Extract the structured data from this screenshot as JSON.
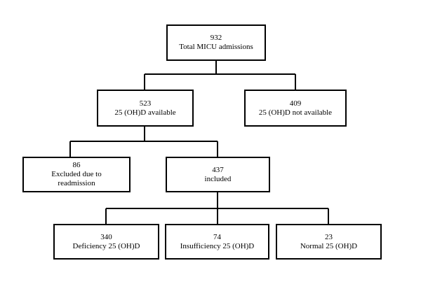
{
  "flowchart": {
    "total": {
      "count": "932",
      "label": "Total MICU admissions"
    },
    "available": {
      "count": "523",
      "label": "25 (OH)D available"
    },
    "not_available": {
      "count": "409",
      "label": "25 (OH)D not available"
    },
    "excluded": {
      "count": "86",
      "label_line1": "Excluded due to",
      "label_line2": "readmission"
    },
    "included": {
      "count": "437",
      "label": "included"
    },
    "deficiency": {
      "count": "340",
      "label": "Deficiency 25 (OH)D"
    },
    "insufficiency": {
      "count": "74",
      "label": "Insufficiency 25 (OH)D"
    },
    "normal": {
      "count": "23",
      "label": "Normal 25 (OH)D"
    }
  },
  "colors": {
    "stroke": "#000000",
    "background": "#ffffff"
  }
}
